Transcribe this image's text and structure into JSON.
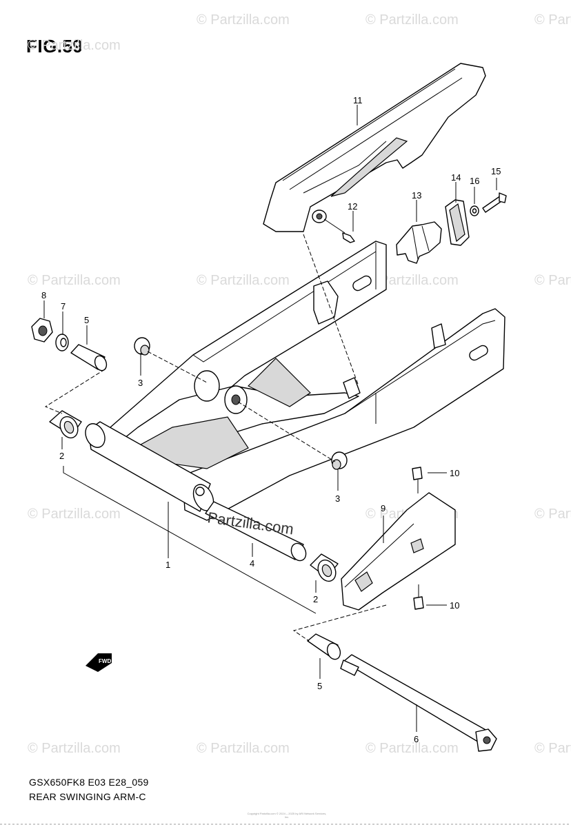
{
  "figure_title": "FIG.59",
  "model_code": "GSX650FK8 E03 E28_059",
  "caption": "REAR SWINGING ARM-C",
  "watermark_text": "© Partzilla.com",
  "center_watermark": "Partzilla.com",
  "copyright_text": "Copyright Partzilla.com © 2024 – 2025 by ARI Network Services, Inc.",
  "fwd_label": "FWD",
  "callouts": {
    "c1": "1",
    "c2a": "2",
    "c2b": "2",
    "c3a": "3",
    "c3b": "3",
    "c4": "4",
    "c5a": "5",
    "c5b": "5",
    "c6": "6",
    "c7": "7",
    "c8": "8",
    "c9": "9",
    "c10a": "10",
    "c10b": "10",
    "c11": "11",
    "c12": "12",
    "c13": "13",
    "c14": "14",
    "c15": "15",
    "c16": "16"
  }
}
